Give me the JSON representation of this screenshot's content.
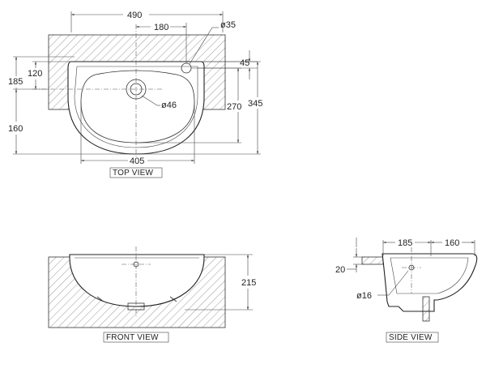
{
  "top_view": {
    "label": "TOP VIEW",
    "dims": {
      "width_overall": "490",
      "tap_offset": "180",
      "tap_hole": "ø35",
      "back_depth": "45",
      "left_upper": "185",
      "left_mid": "120",
      "waste_hole": "ø46",
      "bowl_depth": "270",
      "overall_depth": "345",
      "left_lower": "160",
      "bowl_width": "405"
    }
  },
  "front_view": {
    "label": "FRONT VIEW",
    "dims": {
      "height": "215"
    }
  },
  "side_view": {
    "label": "SIDE VIEW",
    "dims": {
      "left_depth": "185",
      "right_depth": "160",
      "rim": "20",
      "overflow_hole": "ø16"
    }
  }
}
